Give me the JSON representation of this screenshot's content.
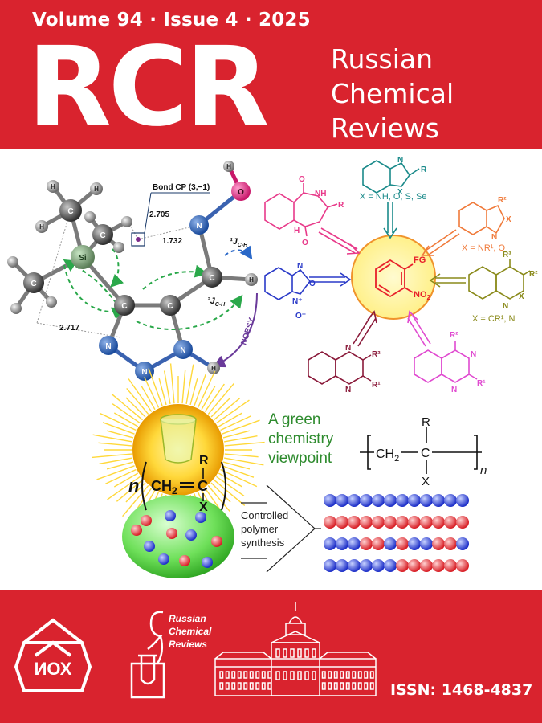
{
  "header": {
    "issue_line": "Volume 94 · Issue 4 · 2025",
    "acronym": "RCR",
    "journal_name": [
      "Russian",
      "Chemical",
      "Reviews"
    ]
  },
  "figure_left": {
    "bond_cp_label": "Bond CP (3,−1)",
    "distance_1": "2.705",
    "distance_2": "1.732",
    "distance_3": "2.717",
    "coupling_1": "¹J",
    "coupling_1_sub": "C-H",
    "coupling_2": "²J",
    "coupling_2_sub": "C-H",
    "noesy": "NOESY",
    "atoms": {
      "H": "H",
      "C": "C",
      "Si": "Si",
      "N": "N",
      "O": "O"
    }
  },
  "figure_right": {
    "center_fg": "FG",
    "center_no2": "NO",
    "center_no2_sub": "2",
    "top_caption": "X = NH, O, S, Se",
    "right_top_caption": "X = NR¹, O",
    "right_bottom_caption": "X = CR¹, N",
    "labels": {
      "N": "N",
      "X": "X",
      "R": "R",
      "R1": "R¹",
      "R2": "R²",
      "R3": "R³",
      "O": "O",
      "NH": "NH",
      "H": "H",
      "Nplus": "N⁺",
      "Ominus": "O⁻"
    }
  },
  "figure_bottom": {
    "green_title": [
      "A green",
      "chemistry",
      "viewpoint"
    ],
    "monomer_n": "n",
    "monomer_ch2": "CH",
    "monomer_ch2_sub": "2",
    "monomer_r": "R",
    "monomer_c": "C",
    "monomer_x": "X",
    "polymer_ch2": "CH",
    "polymer_ch2_sub": "2",
    "polymer_c": "C",
    "polymer_r": "R",
    "polymer_x": "X",
    "polymer_n": "n",
    "process_label": [
      "Controlled",
      "polymer",
      "synthesis"
    ],
    "chains": [
      [
        "b",
        "b",
        "b",
        "b",
        "b",
        "b",
        "b",
        "b",
        "b",
        "b",
        "b",
        "b"
      ],
      [
        "r",
        "r",
        "r",
        "r",
        "r",
        "r",
        "r",
        "r",
        "r",
        "r",
        "r",
        "r"
      ],
      [
        "b",
        "b",
        "b",
        "r",
        "r",
        "b",
        "r",
        "b",
        "b",
        "r",
        "r",
        "b"
      ],
      [
        "b",
        "b",
        "b",
        "b",
        "b",
        "b",
        "r",
        "r",
        "r",
        "r",
        "r",
        "r"
      ]
    ],
    "colors": {
      "b": "#2a3fd6",
      "r": "#e8343c",
      "green": "#2e8b2e"
    }
  },
  "footer": {
    "small_logo_text": [
      "Russian",
      "Chemical",
      "Reviews"
    ],
    "ioh_logo": "ИОХ",
    "issn": "ISSN: 1468-4837"
  }
}
